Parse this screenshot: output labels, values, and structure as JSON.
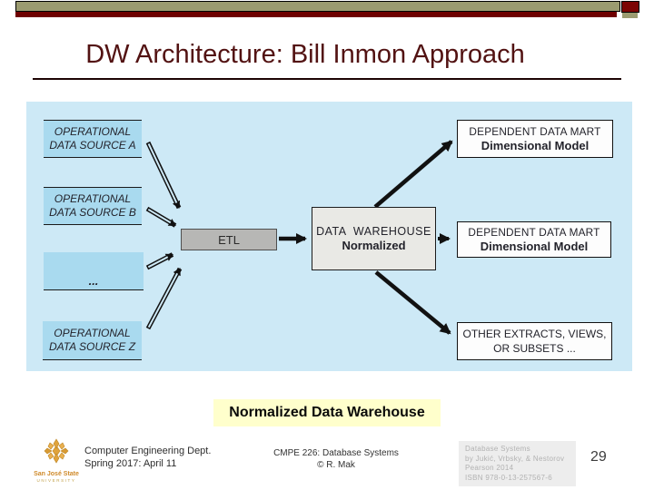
{
  "slide": {
    "title": "DW Architecture: Bill Inmon Approach"
  },
  "diagram": {
    "sources": {
      "a": {
        "line1": "OPERATIONAL",
        "line2": "DATA SOURCE A"
      },
      "b": {
        "line1": "OPERATIONAL",
        "line2": "DATA SOURCE B"
      },
      "dots": {
        "label": "..."
      },
      "z": {
        "line1": "OPERATIONAL",
        "line2": "DATA SOURCE Z"
      }
    },
    "etl": {
      "label": "ETL"
    },
    "warehouse": {
      "line1": "DATA  WAREHOUSE",
      "line2": "Normalized"
    },
    "dm_top": {
      "line1": "DEPENDENT DATA MART",
      "line2": "Dimensional Model"
    },
    "dm_mid": {
      "line1": "DEPENDENT DATA MART",
      "line2": "Dimensional Model"
    },
    "other_extracts": {
      "line1": "OTHER EXTRACTS, VIEWS,",
      "line2": "OR SUBSETS ..."
    }
  },
  "caption": {
    "label": "Normalized Data Warehouse",
    "highlight_color": "#ffffcc"
  },
  "footer": {
    "logo": {
      "institution": "San José State",
      "subtitle": "UNIVERSITY"
    },
    "left": {
      "line1": "Computer Engineering Dept.",
      "line2": "Spring 2017: April 11"
    },
    "center": {
      "line1": "CMPE 226: Database Systems",
      "line2": "© R. Mak"
    },
    "book": {
      "line1": "Database Systems",
      "line2": "by Jukić, Vrbsky, & Nestorov",
      "line3": "Pearson 2014",
      "line4": "ISBN 978-0-13-257567-6"
    },
    "page_number": "29"
  },
  "colors": {
    "header_olive": "#9b9b70",
    "header_maroon": "#6f0000",
    "title_text": "#521212",
    "diagram_background": "#cde9f6",
    "source_box_blue": "#a9daef",
    "etl_gray": "#b7b7b5",
    "warehouse_gray": "#e9e9e5",
    "logo_gold": "#e0a33c"
  }
}
